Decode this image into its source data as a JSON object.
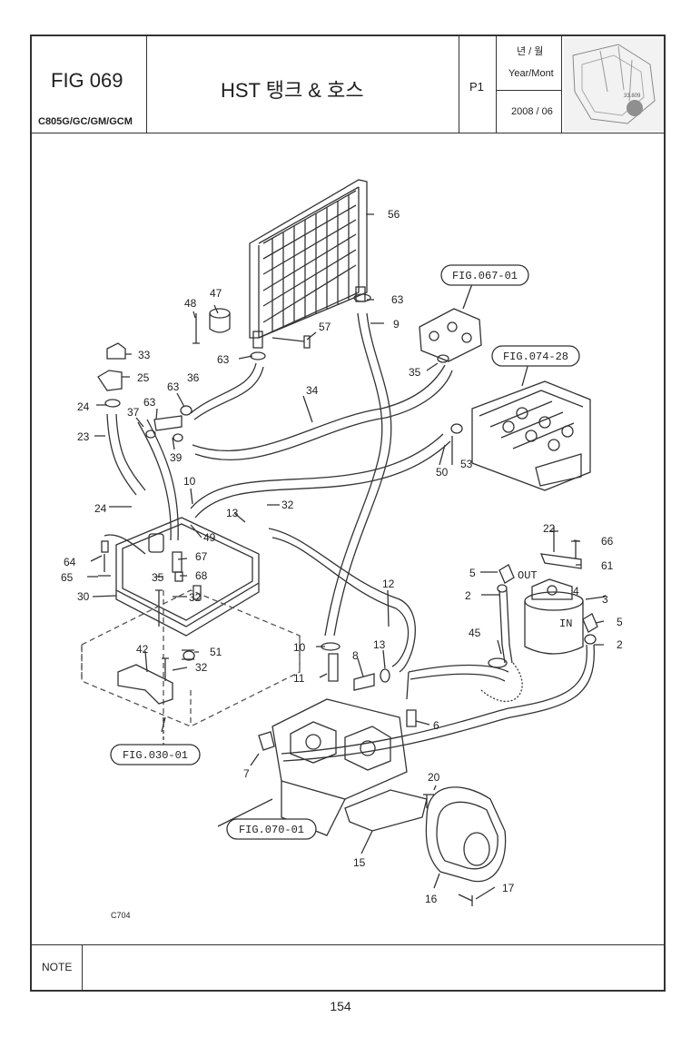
{
  "header": {
    "figure_no": "FIG 069",
    "models": "C805G/GC/GM/GCM",
    "title": "HST 탱크 & 호스",
    "page_code": "P1",
    "date_label_ko": "년 / 월",
    "date_label_en": "Year/Mont",
    "date_value": "2008 / 06"
  },
  "drawing": {
    "drawing_code": "C704",
    "text_out": "OUT",
    "text_in": "IN",
    "references": [
      "FIG.067-01",
      "FIG.074-28",
      "FIG.030-01",
      "FIG.070-01"
    ],
    "part_labels": [
      "56",
      "63",
      "9",
      "47",
      "48",
      "57",
      "63",
      "33",
      "25",
      "36",
      "63",
      "34",
      "24",
      "63",
      "37",
      "23",
      "39",
      "35",
      "53",
      "50",
      "10",
      "32",
      "13",
      "49",
      "24",
      "64",
      "67",
      "35",
      "65",
      "68",
      "30",
      "32",
      "22",
      "66",
      "61",
      "5",
      "4",
      "3",
      "2",
      "5",
      "2",
      "12",
      "45",
      "51",
      "42",
      "32",
      "10",
      "8",
      "13",
      "11",
      "6",
      "7",
      "20",
      "15",
      "16",
      "17"
    ]
  },
  "footer": {
    "note_label": "NOTE",
    "page_number": "154"
  }
}
